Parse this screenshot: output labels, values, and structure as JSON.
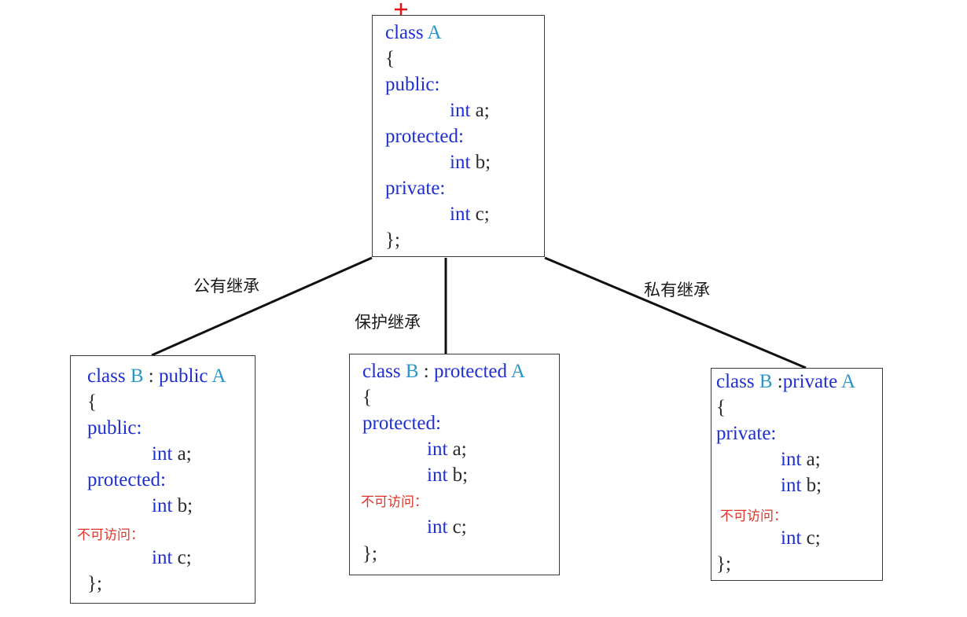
{
  "base_class": {
    "kw_class": "class",
    "name": "A",
    "open_brace": "{",
    "sections": [
      {
        "access": "public:",
        "member_type": "int",
        "member_name": "a;"
      },
      {
        "access": "protected:",
        "member_type": "int",
        "member_name": "b;"
      },
      {
        "access": "private:",
        "member_type": "int",
        "member_name": "c;"
      }
    ],
    "close_brace": "};"
  },
  "edges": [
    {
      "label": "公有继承"
    },
    {
      "label": "保护继承"
    },
    {
      "label": "私有继承"
    }
  ],
  "derived_classes": [
    {
      "kw_class": "class",
      "name": "B",
      "colon": " : ",
      "inherit_kw": "public",
      "base": "A",
      "open_brace": "{",
      "section1_access": "public:",
      "section1_members": [
        {
          "type": "int",
          "name": "a;"
        }
      ],
      "section2_access": "protected:",
      "section2_members": [
        {
          "type": "int",
          "name": "b;"
        }
      ],
      "inaccessible_label": "不可访问：",
      "inaccessible_members": [
        {
          "type": "int",
          "name": "c;"
        }
      ],
      "close_brace": "};"
    },
    {
      "kw_class": "class",
      "name": "B",
      "colon": " : ",
      "inherit_kw": "protected",
      "base": "A",
      "open_brace": "{",
      "section1_access": "protected:",
      "section1_members": [
        {
          "type": "int",
          "name": "a;"
        },
        {
          "type": "int",
          "name": "b;"
        }
      ],
      "inaccessible_label": "不可访问：",
      "inaccessible_members": [
        {
          "type": "int",
          "name": "c;"
        }
      ],
      "close_brace": "};"
    },
    {
      "kw_class": "class",
      "name": "B",
      "colon": " :",
      "inherit_kw": "private",
      "base": "A",
      "open_brace": "{",
      "section1_access": "private:",
      "section1_members": [
        {
          "type": "int",
          "name": "a;"
        },
        {
          "type": "int",
          "name": "b;"
        }
      ],
      "inaccessible_label": "不可访问：",
      "inaccessible_members": [
        {
          "type": "int",
          "name": "c;"
        }
      ],
      "close_brace": "};"
    }
  ],
  "colors": {
    "keyword": "#1f2fd1",
    "class_name": "#2b96c8",
    "note": "#e0332a",
    "border": "#3a3a3a"
  }
}
